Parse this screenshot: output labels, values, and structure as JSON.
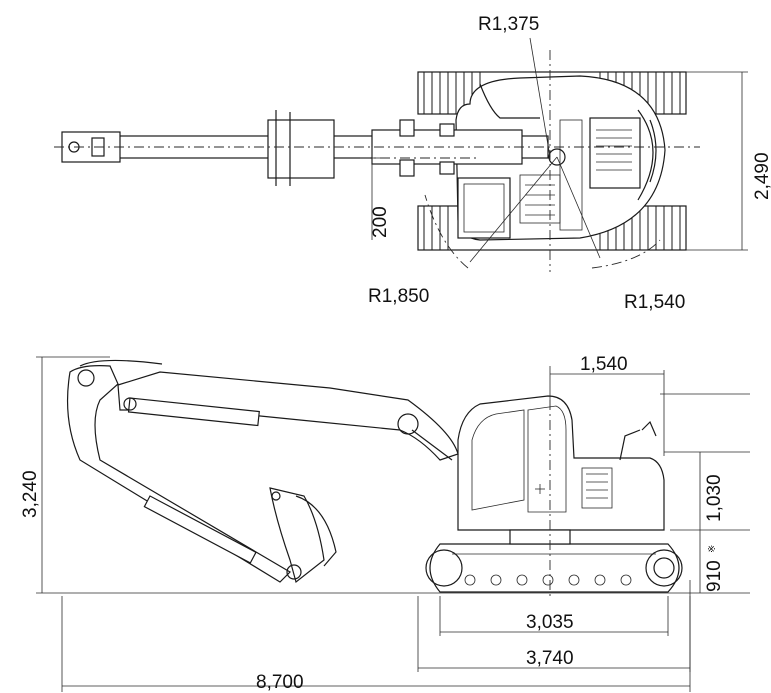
{
  "top_view": {
    "radius_labels": {
      "front_swing": "R1,375",
      "front_min": "R1,850",
      "tail_swing": "R1,540"
    },
    "offset_label": "200",
    "width_label": "2,490"
  },
  "side_view": {
    "tail_length_label": "1,540",
    "height_label": "3,240",
    "counterweight_height_label": "1,030",
    "clearance_label": "910",
    "clearance_mark": "※",
    "tumbler_distance_label": "3,035",
    "crawler_length_label": "3,740",
    "overall_length_label": "8,700"
  }
}
